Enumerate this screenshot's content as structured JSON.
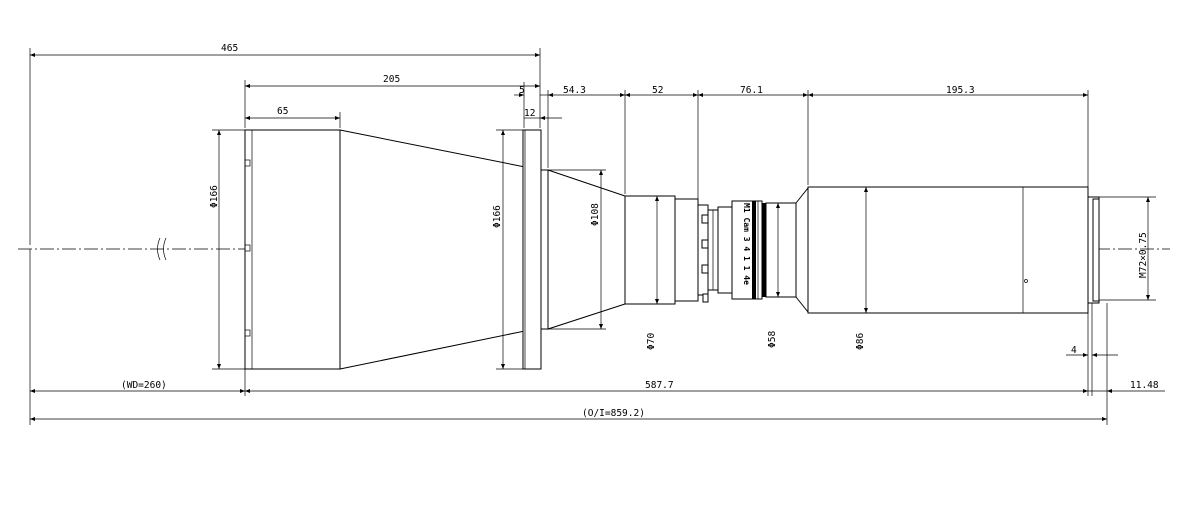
{
  "drawing": {
    "dimensions": {
      "total_465": "465",
      "front_205": "205",
      "hood_65": "65",
      "flange_5": "5",
      "flange_12": "12",
      "cone_54_3": "54.3",
      "tube_52": "52",
      "focus_76_1": "76.1",
      "rear_195_3": "195.3",
      "dia_166_front": "Φ166",
      "dia_166_flange": "Φ166",
      "dia_108": "Φ108",
      "dia_70": "Φ70",
      "dia_58": "Φ58",
      "dia_86": "Φ86",
      "thread": "M72×0.75",
      "small_4": "4",
      "back_11_48": "11.48",
      "wd": "(WD=260)",
      "length_587_7": "587.7",
      "oi": "(O/I=859.2)"
    },
    "ring_marking": "M1 Cam 3 4 1 1 4e"
  }
}
